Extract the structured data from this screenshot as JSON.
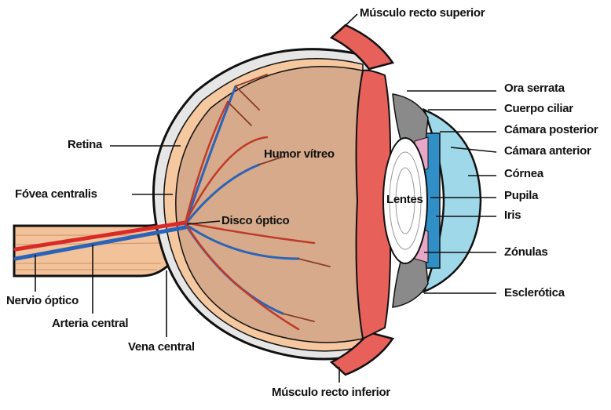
{
  "diagram": {
    "title": "",
    "labels": {
      "musculo_superior": "Músculo recto superior",
      "musculo_inferior": "Músculo recto inferior",
      "ora_serrata": "Ora serrata",
      "cuerpo_ciliar": "Cuerpo ciliar",
      "camara_posterior": "Cámara posterior",
      "camara_anterior": "Cámara anterior",
      "cornea": "Córnea",
      "pupila": "Pupila",
      "iris": "Iris",
      "zonulas": "Zónulas",
      "esclerotica": "Esclerótica",
      "retina": "Retina",
      "fovea": "Fóvea centralis",
      "humor_vitreo": "Humor vítreo",
      "lentes": "Lentes",
      "disco_optico": "Disco óptico",
      "nervio_optico": "Nervio óptico",
      "arteria_central": "Arteria central",
      "vena_central": "Vena central"
    },
    "colors": {
      "sclera": "#e6e6e6",
      "choroid": "#f5c8a0",
      "vitreous": "#d6aa8a",
      "muscle": "#e8605a",
      "nerve": "#f2c39a",
      "artery": "#d92a2a",
      "vein": "#2a63b8",
      "cornea": "#9fd8e8",
      "iris": "#2f8fc6",
      "lens": "#ffffff",
      "ciliary": "#8a8a8a",
      "zonules": "#e7a8c8"
    }
  }
}
